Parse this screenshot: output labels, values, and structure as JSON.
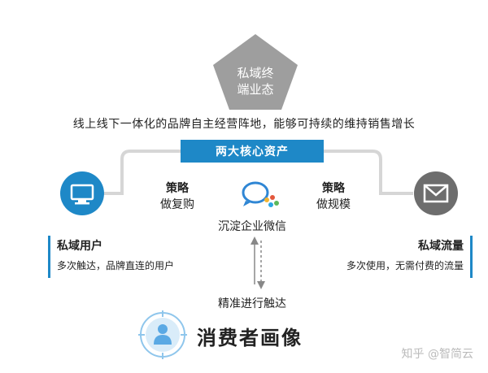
{
  "top": {
    "line1": "私域终",
    "line2": "端业态"
  },
  "tagline": "线上线下一体化的品牌自主经营阵地，能够可持续的维持销售增长",
  "core_banner": "两大核心资产",
  "strategy_left": {
    "title": "策略",
    "text": "做复购"
  },
  "strategy_right": {
    "title": "策略",
    "text": "做规模"
  },
  "wechat_label": "沉淀企业微信",
  "left_block": {
    "title": "私域用户",
    "desc": "多次触达，品牌直连的用户"
  },
  "right_block": {
    "title": "私域流量",
    "desc": "多次使用，无需付费的流量"
  },
  "reach_label": "精准进行触达",
  "portrait_label": "消费者画像",
  "watermark": "知乎 @智简云",
  "icons": [
    "monitor-icon",
    "mail-icon",
    "wechat-work-icon",
    "user-target-icon"
  ],
  "colors": {
    "accent": "#1e88c7",
    "pentagon": "#9e9e9e",
    "mail_circle": "#6d6d6d",
    "connector": "#d6d6d6"
  }
}
